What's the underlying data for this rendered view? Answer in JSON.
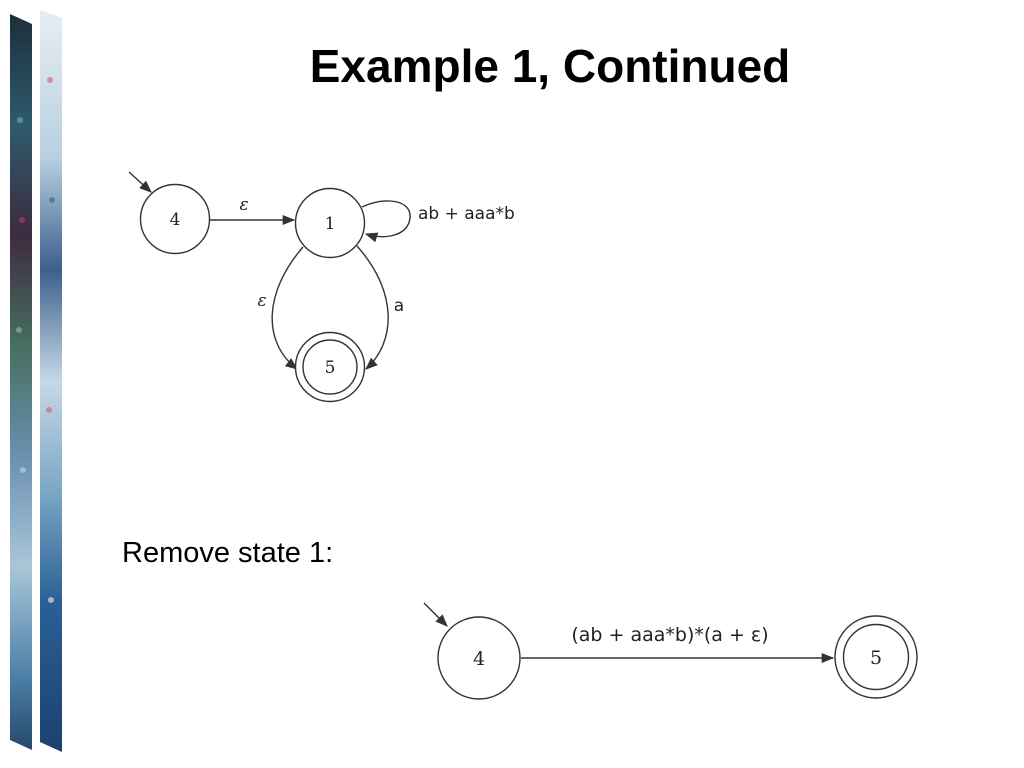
{
  "slide": {
    "title": "Example 1, Continued",
    "subtitle": "Remove state 1:"
  },
  "colors": {
    "decor_dark": "#1b3142",
    "decor_light": "#d8e4ec",
    "decor_accent": "#d94f6b",
    "line": "#333333"
  },
  "diagram1": {
    "states": {
      "s4": "4",
      "s1": "1",
      "s5": "5"
    },
    "transitions": {
      "t4to1": "ε",
      "loop1": "ab + aaa*b",
      "t1to5_left": "ε",
      "t1to5_right": "a"
    }
  },
  "diagram2": {
    "states": {
      "s4": "4",
      "s5": "5"
    },
    "transitions": {
      "t4to5": "(ab + aaa*b)*(a + ε)"
    }
  }
}
